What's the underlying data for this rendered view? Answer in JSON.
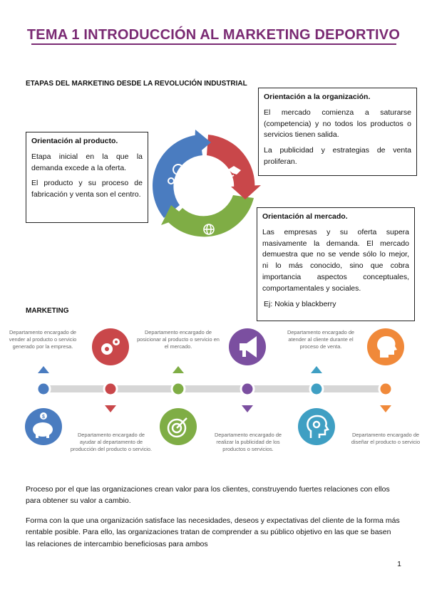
{
  "title": "TEMA 1 INTRODUCCIÓN AL MARKETING DEPORTIVO",
  "section1": "ETAPAS DEL MARKETING DESDE LA REVOLUCIÓN INDUSTRIAL",
  "producto": {
    "heading": "Orientación al producto.",
    "p1": "Etapa inicial en la que la demanda excede a la oferta.",
    "p2": "El producto y su proceso de fabricación y venta son el centro."
  },
  "organizacion": {
    "heading": "Orientación a la organización.",
    "p1": "El mercado comienza a saturarse (competencia) y no todos los productos o servicios tienen salida.",
    "p2": "La publicidad y estrategias de venta proliferan."
  },
  "mercado": {
    "heading": "Orientación al mercado.",
    "p1": "Las empresas y su oferta supera masivamente la demanda. El mercado demuestra que no se vende sólo lo mejor, ni lo más conocido, sino que cobra importancia aspectos conceptuales, comportamentales y sociales.",
    "example": "Ej: Nokia y blackberry"
  },
  "section2": "MARKETING",
  "timeline": {
    "top": [
      "Departamento encargado de vender al producto o servicio generado por la empresa.",
      "Departamento encargado de posicionar al producto o servicio en el mercado.",
      "Departamento encargado de atender al cliente durante el proceso de venta."
    ],
    "bottom": [
      "Departamento encargado de ayudar al departamento de producción del producto o servicio.",
      "Departamento encargado de realizar la publicidad de los productos o servicios.",
      "Departamento encargado de diseñar el producto o servicio"
    ],
    "colors": [
      "#4a7cc0",
      "#c9474a",
      "#7fad45",
      "#7b4fa0",
      "#3f9fc3",
      "#f0893a"
    ]
  },
  "para1_pre": "Proceso por el que las organizaciones crean valor para los clientes, construyendo fuertes relaciones con ellos para obtener su valor a cambio.",
  "para2": "Forma con la que una organización satisface las necesidades, deseos y expectativas del cliente de la forma más rentable posible. Para ello, las organizaciones tratan de comprender a su público objetivo en las que se basen las relaciones de intercambio beneficiosas para ambos",
  "page_number": "1"
}
